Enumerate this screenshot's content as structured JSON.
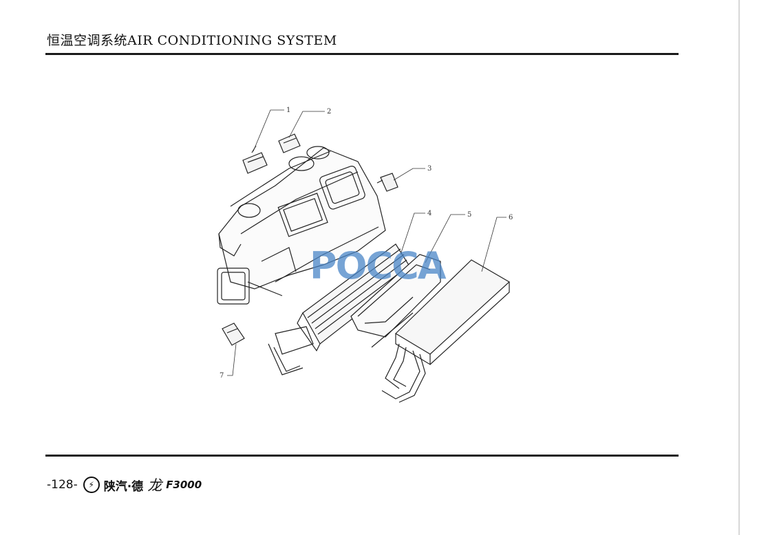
{
  "header": {
    "title": "恒温空调系统AIR CONDITIONING SYSTEM"
  },
  "figure": {
    "callouts": [
      "1",
      "2",
      "3",
      "4",
      "5",
      "6",
      "7"
    ]
  },
  "watermark": {
    "text": "POCCA"
  },
  "footer": {
    "page_number": "-128-",
    "logo_glyph": "⚡",
    "brand": "陕汽·德",
    "series": "龙",
    "model": "F3000"
  },
  "colors": {
    "ink": "#111111",
    "watermark": "#4a86c7"
  }
}
